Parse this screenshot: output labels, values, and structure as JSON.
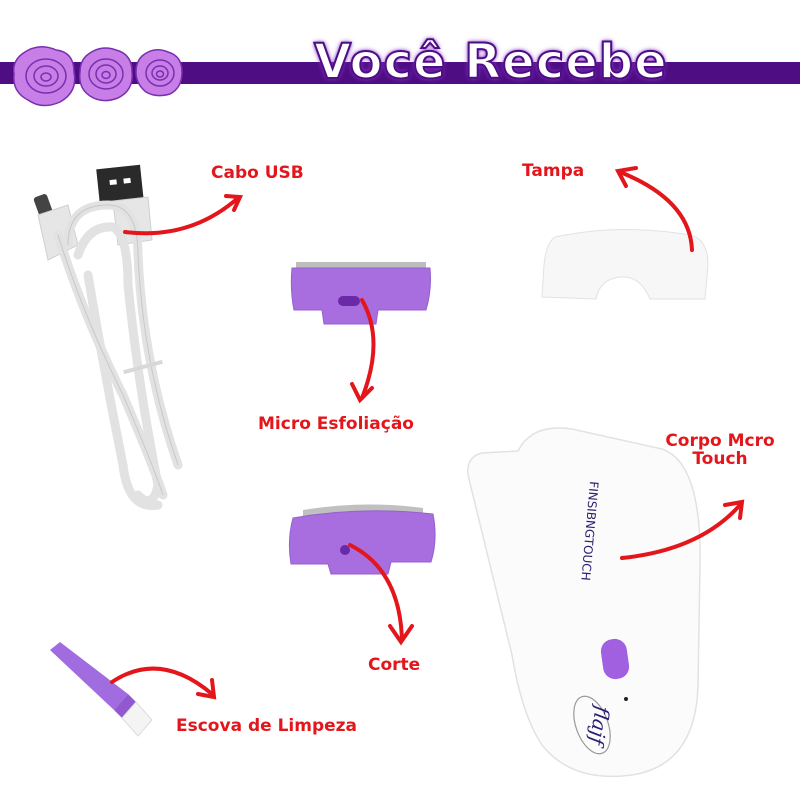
{
  "header": {
    "title": "Você Recebe",
    "bar_color": "#4e0d83",
    "decoration": [
      "rose-icon",
      "rose-icon",
      "rose-icon"
    ]
  },
  "items": [
    {
      "label": "Cabo USB",
      "image": "usb-cable"
    },
    {
      "label": "Tampa",
      "image": "cap"
    },
    {
      "label": "Micro Esfoliação",
      "image": "exfoliation-head"
    },
    {
      "label": "Corpo Mcro Touch",
      "image": "device-body"
    },
    {
      "label": "Corte",
      "image": "cutting-head"
    },
    {
      "label": "Escova de Limpeza",
      "image": "cleaning-brush"
    }
  ],
  "device": {
    "brand_text": "FINSIBNGTOUCH",
    "logo_text": "flajf"
  },
  "colors": {
    "label": "#e3161c",
    "arrow": "#e3161c",
    "purple_part": "#a86ee0",
    "rose": "#c77ee6"
  }
}
